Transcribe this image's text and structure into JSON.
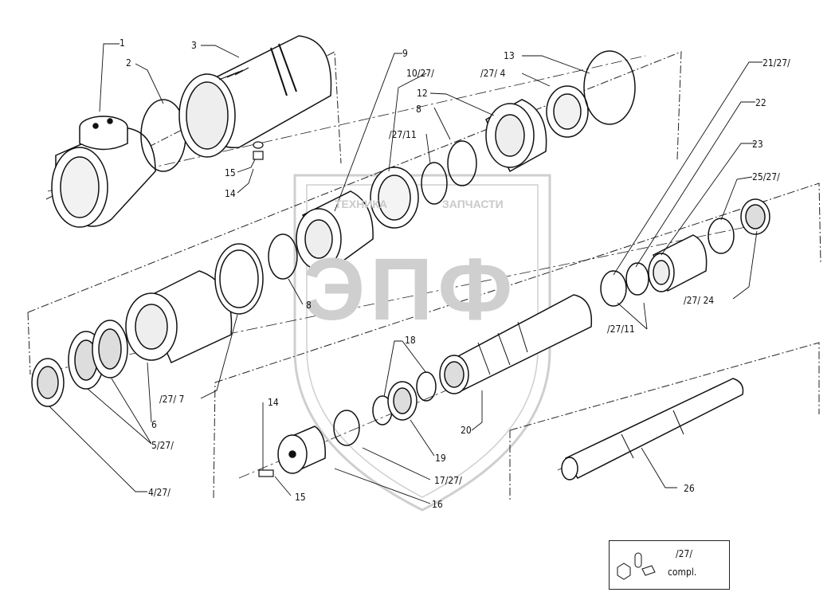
{
  "watermark": {
    "logo": "ЭПФ",
    "line1": "ТЕХНИКА",
    "line2": "ЗАПЧАСТИ"
  },
  "labels": {
    "p1": "1",
    "p2": "2",
    "p3": "3",
    "p15a": "15",
    "p14a": "14",
    "p9": "9",
    "p10": "10/27/",
    "p13": "13",
    "p27_4": "/27/ 4",
    "p12": "12",
    "p8a": "8",
    "p27_11a": "/27/11",
    "p21": "21/27/",
    "p22": "22",
    "p23": "23",
    "p25": "25/27/",
    "p8b": "8",
    "p27_24": "/27/  24",
    "p27_11b": "/27/11",
    "p18": "18",
    "p27_7": "/27/ 7",
    "p6": "6",
    "p5": "5/27/",
    "p4": "4/27/",
    "p14b": "14",
    "p15b": "15",
    "p16": "16",
    "p17": "17/27/",
    "p19": "19",
    "p20": "20",
    "p26": "26"
  },
  "kit": {
    "label": "/27/",
    "compl": "compl."
  }
}
